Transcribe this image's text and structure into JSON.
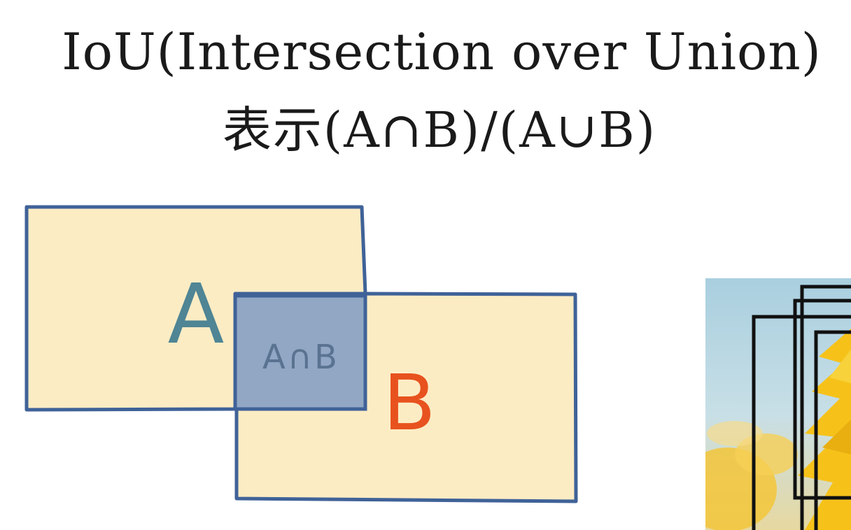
{
  "title": {
    "line1": "IoU(Intersection over Union)",
    "line2": "表示(A∩B)/(A∪B)"
  },
  "diagram": {
    "box_a_label": "A",
    "box_b_label": "B",
    "intersection_label": "A∩B"
  },
  "colors": {
    "box_fill": "#fcecc4",
    "box_stroke": "#3f6298",
    "intersection_fill": "#91a7c3",
    "label_a": "#4f8594",
    "label_b": "#e8521e",
    "label_intersection": "#5a7390",
    "photo_sky": "#b6d7e4",
    "flower": "#f6c21a"
  },
  "photo": {
    "content": "sunflower photo with black detection boxes"
  }
}
